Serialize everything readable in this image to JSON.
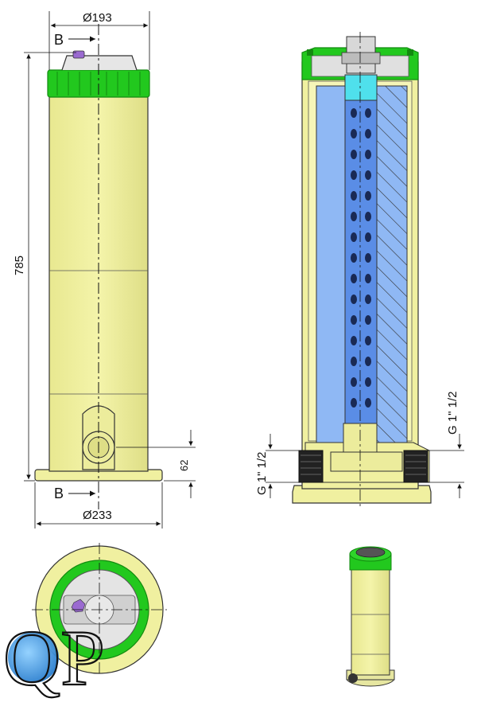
{
  "dimensions": {
    "top_diameter": "Ø193",
    "bottom_diameter": "Ø233",
    "height": "785",
    "inlet_height": "62",
    "thread_left": "G 1\" 1/2",
    "thread_right": "G 1\" 1/2"
  },
  "section_marks": {
    "top": "B",
    "bottom": "B"
  },
  "logo": {
    "text": "QP"
  },
  "colors": {
    "body": "#f0f0a0",
    "body_shade": "#d4d47a",
    "lid": "#22c81e",
    "lid_dark": "#138a10",
    "cartridge": "#8fb8f4",
    "core": "#5a8de6",
    "outline": "#333333",
    "logo_water": "#1e74c8"
  }
}
